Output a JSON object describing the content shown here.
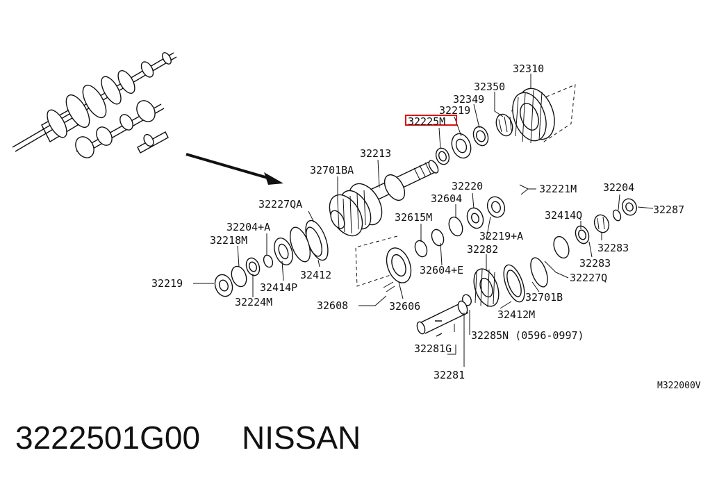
{
  "diagram_code": "M322000V",
  "highlight_color": "#e01010",
  "highlighted_label": "32225M",
  "labels": {
    "l32310": "32310",
    "l32350": "32350",
    "l32349": "32349",
    "l32219a": "32219",
    "l32225m": "32225M",
    "l32213": "32213",
    "l32701ba": "32701BA",
    "l32220": "32220",
    "l32221m": "32221M",
    "l32204": "32204",
    "l32287": "32287",
    "l32604": "32604",
    "l32615m": "32615M",
    "l32227qa": "32227QA",
    "l32204a": "32204+A",
    "l32218m": "32218M",
    "l32219b": "32219",
    "l32224m": "32224M",
    "l32414p": "32414P",
    "l32412": "32412",
    "l32219pa": "32219+A",
    "l32414q": "32414Q",
    "l32283a": "32283",
    "l32283b": "32283",
    "l32282": "32282",
    "l32604e": "32604+E",
    "l32227q": "32227Q",
    "l32701b": "32701B",
    "l32412m": "32412M",
    "l32608": "32608",
    "l32606": "32606",
    "l32285n": "32285N (0596-0997)",
    "l32281g": "32281G",
    "l32281": "32281"
  },
  "caption": {
    "part_number": "3222501G00",
    "brand": "NISSAN"
  }
}
